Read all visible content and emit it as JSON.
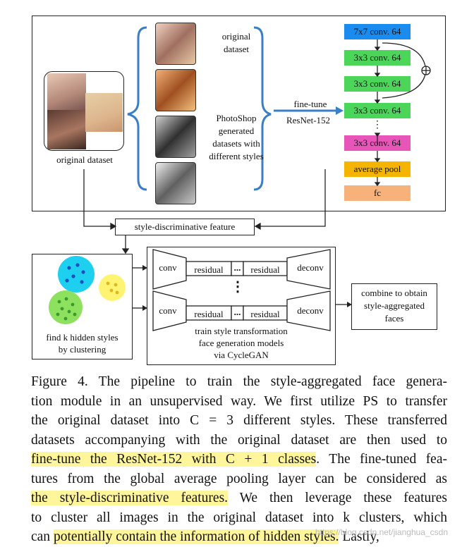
{
  "top_panel": {
    "original_dataset_label": "original dataset",
    "original_dataset_label_mid": [
      "original",
      "dataset"
    ],
    "ps_label": [
      "PhotoShop",
      "generated",
      "datasets with",
      "different styles"
    ],
    "finetune_label": [
      "fine-tune",
      "ResNet-152"
    ],
    "network_blocks": [
      {
        "label": "7x7 conv. 64",
        "color": "#1a8cf0"
      },
      {
        "label": "3x3 conv. 64",
        "color": "#4bd65a"
      },
      {
        "label": "3x3 conv. 64",
        "color": "#4bd65a"
      },
      {
        "label": "3x3 conv. 64",
        "color": "#4bd65a"
      },
      {
        "label": "3x3 conv. 64",
        "color": "#e855b8"
      },
      {
        "label": "average pool",
        "color": "#f5b400"
      },
      {
        "label": "fc",
        "color": "#f7b27c"
      }
    ],
    "dots": "⋮",
    "plus": "⊕"
  },
  "middle": {
    "feature_label": "style-discriminative feature"
  },
  "bottom_panel": {
    "cluster_label": [
      "find k hidden styles",
      "by clustering"
    ],
    "gen_row": {
      "conv": "conv",
      "residual1": "residual",
      "dots": "...",
      "residual2": "residual",
      "deconv": "deconv"
    },
    "vdots": "⋮",
    "gen_label": [
      "train style transformation",
      "face generation models",
      "via CycleGAN"
    ],
    "combine_label": [
      "combine to obtain",
      "style-aggregated",
      "faces"
    ],
    "cluster_colors": [
      "#1ed0ef",
      "#fff472",
      "#8ee05f"
    ]
  },
  "caption": {
    "lines": [
      "Figure 4.   The pipeline to train the style-aggregated face genera-",
      "tion module in an unsupervised way. We first utilize PS to transfer",
      "the original dataset into C = 3 different styles. These transferred",
      "datasets accompanying with the original dataset are then used to",
      "fine-tune the ResNet-152 with C + 1 classes. The fine-tuned fea-",
      "tures from the global average pooling layer can be considered as",
      "the style-discriminative features. We then leverage these features",
      "to cluster all images in the original dataset into k clusters, which",
      "can potentially contain the information of hidden styles.  Lastly,"
    ],
    "highlights": [
      "fine-tune the ResNet-152 with C + 1 classes",
      "the style-discriminative features.",
      "potentially contain the information of hidden styles."
    ]
  },
  "watermark": "https://blog.csdn.net/jianghua_csdn"
}
